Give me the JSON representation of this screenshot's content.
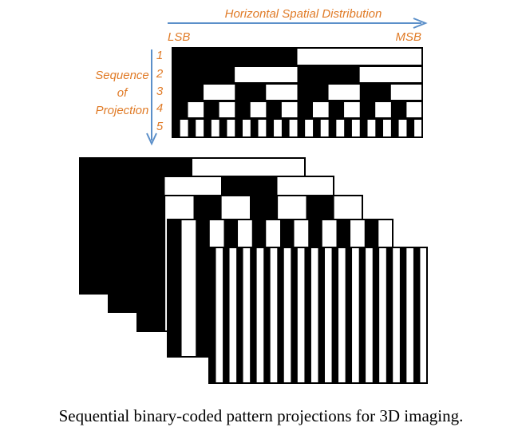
{
  "header": {
    "axis_label": "Horizontal Spatial Distribution",
    "lsb_label": "LSB",
    "msb_label": "MSB",
    "sequence_label_lines": [
      "Sequence",
      "of",
      "Projection"
    ],
    "row_numbers": [
      "1",
      "2",
      "3",
      "4",
      "5"
    ]
  },
  "patterns": {
    "bit_count": 5,
    "stack_count": 5
  },
  "caption": "Sequential binary-coded pattern projections for 3D imaging.",
  "colors": {
    "label": "#e07b27",
    "arrow": "#5b8fc9",
    "stripe_dark": "#000000",
    "stripe_light": "#ffffff"
  }
}
